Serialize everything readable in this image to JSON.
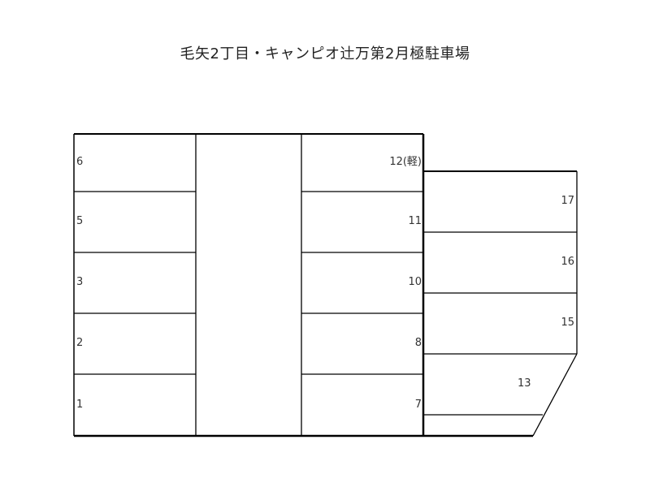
{
  "title": "毛矢2丁目・キャンピオ辻万第2月極駐車場",
  "spaces": {
    "left_column": [
      {
        "id": "6",
        "label": "6"
      },
      {
        "id": "5",
        "label": "5"
      },
      {
        "id": "3",
        "label": "3"
      },
      {
        "id": "2",
        "label": "2"
      },
      {
        "id": "1",
        "label": "1"
      }
    ],
    "middle_column": [
      {
        "id": "12",
        "label": "12(軽)"
      },
      {
        "id": "11",
        "label": "11"
      },
      {
        "id": "10",
        "label": "10"
      },
      {
        "id": "8",
        "label": "8"
      },
      {
        "id": "7",
        "label": "7"
      }
    ],
    "right_block": [
      {
        "id": "17",
        "label": "17"
      },
      {
        "id": "16",
        "label": "16"
      },
      {
        "id": "15",
        "label": "15"
      },
      {
        "id": "13",
        "label": "13"
      }
    ]
  },
  "colors": {
    "line": "#000000",
    "background": "#ffffff",
    "text": "#333333"
  }
}
